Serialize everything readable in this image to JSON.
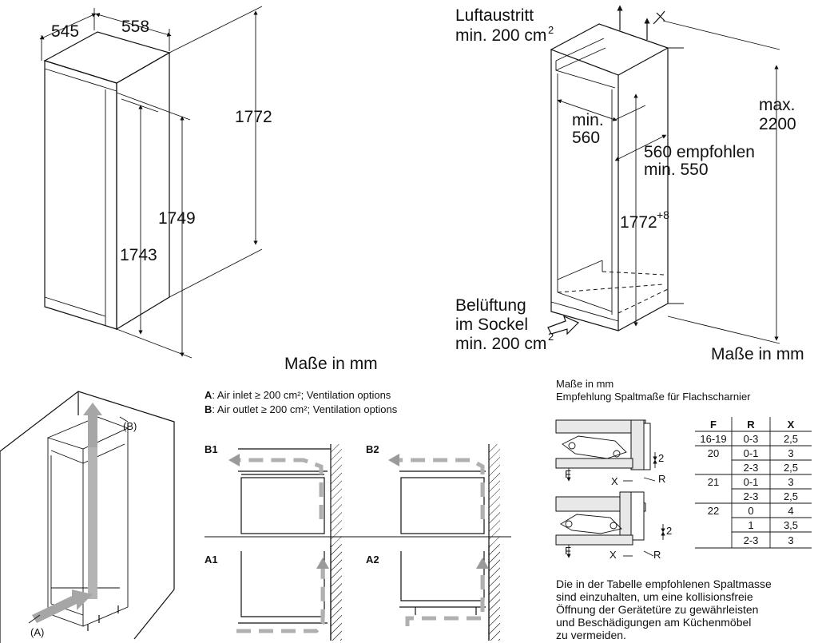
{
  "fridge": {
    "dims": {
      "d545": "545",
      "d558": "558",
      "d1772": "1772",
      "d1749": "1749",
      "d1743": "1743"
    },
    "units": "Maße in mm"
  },
  "niche": {
    "air_outlet": [
      "Luftaustritt",
      "min. 200 cm",
      "2"
    ],
    "min560": [
      "min.",
      "560"
    ],
    "recommended": [
      "560 empfohlen",
      "min. 550"
    ],
    "height": "1772",
    "height_tol": "+8",
    "max": [
      "max.",
      "2200"
    ],
    "base_vent": [
      "Belüftung",
      "im Sockel",
      "min. 200 cm",
      "2"
    ],
    "units": "Maße in mm"
  },
  "ventilation": {
    "label_a_letter": "A",
    "label_b_letter": "B",
    "label_a": ": Air inlet ≥ 200 cm²; Ventilation options",
    "label_b": ": Air outlet ≥ 200 cm²; Ventilation options",
    "iso_b": "(B)",
    "iso_a": "(A)",
    "panels": [
      "B1",
      "B2",
      "A1",
      "A2"
    ]
  },
  "hinge": {
    "units": "Maße in mm",
    "subtitle": "Empfehlung Spaltmaße für Flachscharnier",
    "labels": {
      "two": "2",
      "f": "F",
      "x": "X",
      "r": "R"
    },
    "table": {
      "headers": [
        "F",
        "R",
        "X"
      ],
      "rows": [
        [
          "16-19",
          "0-3",
          "2,5"
        ],
        [
          "20",
          "0-1",
          "3"
        ],
        [
          "",
          "2-3",
          "2,5"
        ],
        [
          "21",
          "0-1",
          "3"
        ],
        [
          "",
          "2-3",
          "2,5"
        ],
        [
          "22",
          "0",
          "4"
        ],
        [
          "",
          "1",
          "3,5"
        ],
        [
          "",
          "2-3",
          "3"
        ]
      ]
    },
    "note": [
      "Die in der Tabelle empfohlenen Spaltmasse",
      "sind einzuhalten, um eine kollisionsfreie",
      "Öffnung der Gerätetüre zu gewährleisten",
      "und Beschädigungen am Küchenmöbel",
      "zu vermeiden."
    ]
  }
}
